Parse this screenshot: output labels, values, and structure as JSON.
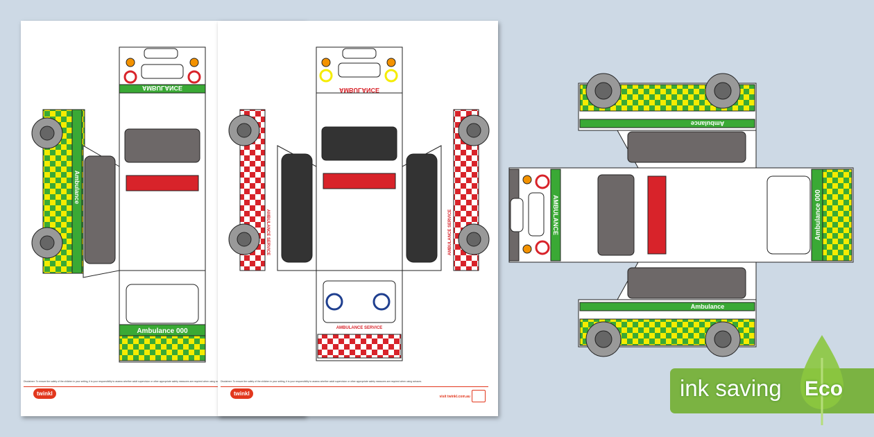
{
  "sheets": [
    {
      "roof_label": "AMBULANCE",
      "side_label": "Ambulance",
      "rear_label": "Ambulance 000",
      "disclaimer": "Disclaimer: To ensure the safety of the children in your setting, it is your responsibility to assess whether adult supervision or other appropriate safety measures are required when using scissors.",
      "logo": "twinkl"
    },
    {
      "roof_label": "AMBULANCE",
      "side_label": "AMBULANCE SERVICE",
      "rear_label": "AMBULANCE SERVICE",
      "disclaimer": "Disclaimer: To ensure the safety of the children in your setting, it is your responsibility to assess whether adult supervision or other appropriate safety measures are required when using scissors.",
      "logo": "twinkl",
      "website": "visit twinkl.com.au"
    }
  ],
  "net": {
    "side_label": "Ambulance",
    "front_label": "AMBULANCE",
    "rear_label": "Ambulance 000"
  },
  "eco_badge": {
    "text": "ink saving",
    "label": "Eco"
  },
  "colors": {
    "background": "#cdd9e5",
    "green": "#3aa935",
    "yellow": "#f5ec00",
    "red": "#d8232a",
    "eco": "#7bb342"
  }
}
